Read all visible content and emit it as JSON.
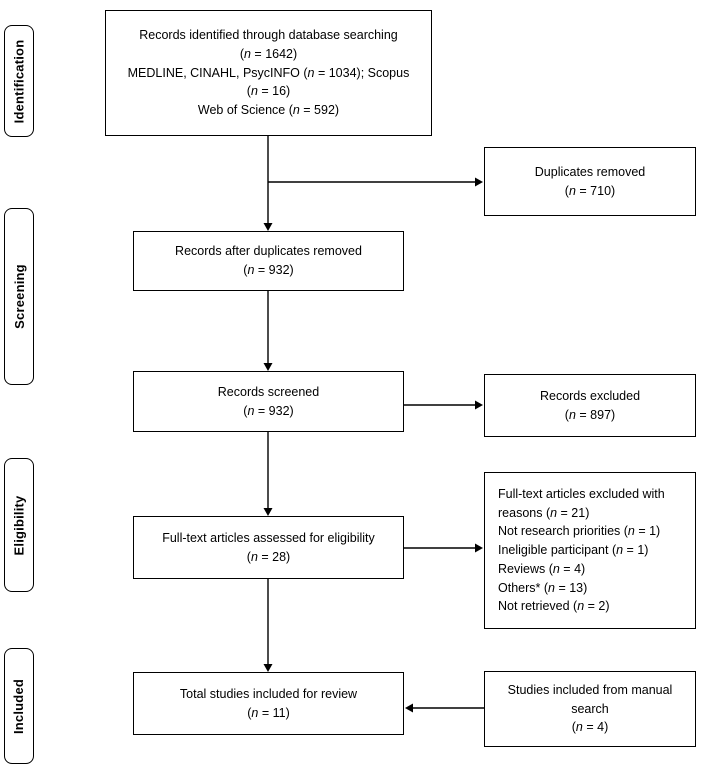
{
  "stages": [
    {
      "label": "Identification"
    },
    {
      "label": "Screening"
    },
    {
      "label": "Eligibility"
    },
    {
      "label": "Included"
    }
  ],
  "boxes": {
    "identified": {
      "lines": [
        "Records identified through database searching",
        "(n = 1642)",
        "MEDLINE, CINAHL, PsycINFO (n = 1034); Scopus",
        "(n = 16)",
        "Web of Science (n = 592)"
      ]
    },
    "duplicates_removed": {
      "lines": [
        "Duplicates removed",
        "(n = 710)"
      ]
    },
    "after_duplicates": {
      "lines": [
        "Records after duplicates removed",
        "(n = 932)"
      ]
    },
    "screened": {
      "lines": [
        "Records screened",
        "(n = 932)"
      ]
    },
    "records_excluded": {
      "lines": [
        "Records excluded",
        "(n = 897)"
      ]
    },
    "fulltext_assessed": {
      "lines": [
        "Full-text articles assessed for eligibility",
        "(n = 28)"
      ]
    },
    "fulltext_excluded": {
      "lines": [
        "Full-text articles excluded with",
        "reasons (n = 21)",
        "Not research priorities (n = 1)",
        "Ineligible participant (n = 1)",
        "Reviews (n = 4)",
        "Others* (n = 13)",
        "Not retrieved (n = 2)"
      ]
    },
    "included": {
      "lines": [
        "Total studies included for review",
        "(n = 11)"
      ]
    },
    "manual_search": {
      "lines": [
        "Studies included from manual",
        "search",
        "(n = 4)"
      ]
    }
  }
}
